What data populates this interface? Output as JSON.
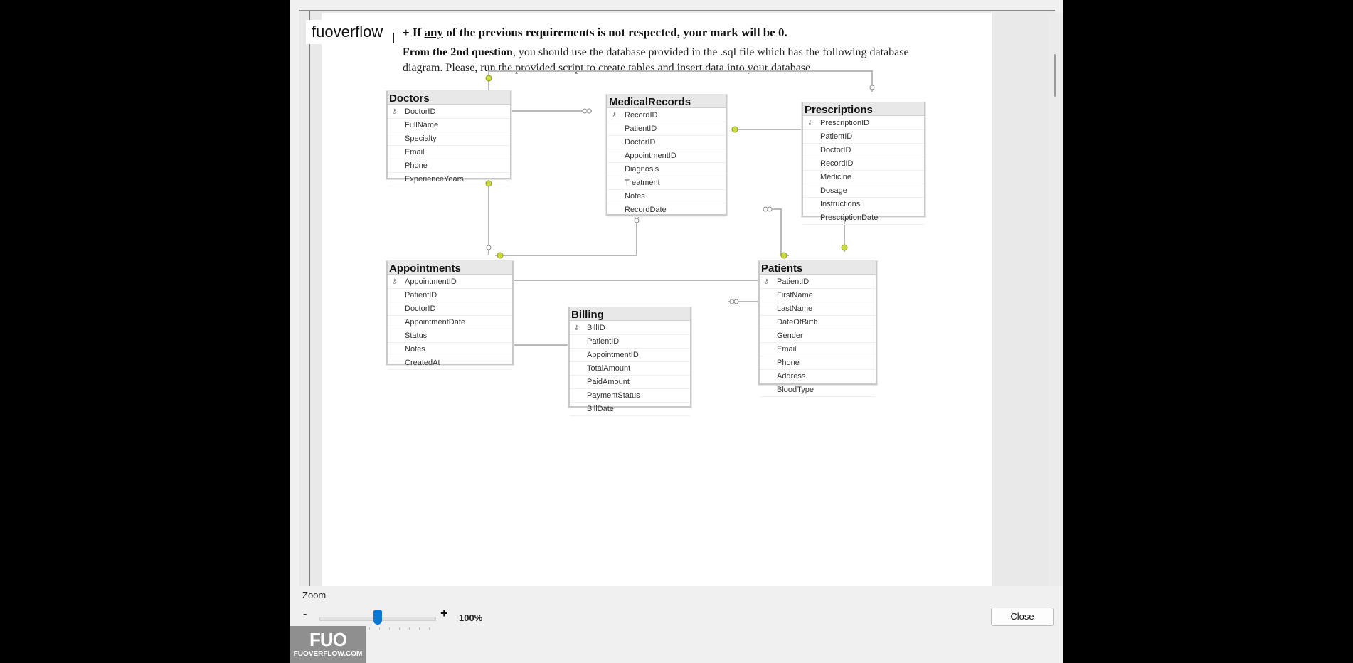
{
  "watermark": {
    "text": "fuoverflow"
  },
  "document": {
    "requirement_prefix": "+ If ",
    "requirement_underlined": "any",
    "requirement_suffix": " of the previous requirements is not respected, your mark will be 0.",
    "intro_bold": "From the 2nd question",
    "intro_rest": ", you should use the database provided in the .sql file which has the following database diagram. Please, run the provided script to create tables and insert data into your database."
  },
  "diagram": {
    "tables": {
      "doctors": {
        "name": "Doctors",
        "columns": [
          "DoctorID",
          "FullName",
          "Specialty",
          "Email",
          "Phone",
          "ExperienceYears"
        ]
      },
      "medical_records": {
        "name": "MedicalRecords",
        "columns": [
          "RecordID",
          "PatientID",
          "DoctorID",
          "AppointmentID",
          "Diagnosis",
          "Treatment",
          "Notes",
          "RecordDate"
        ]
      },
      "prescriptions": {
        "name": "Prescriptions",
        "columns": [
          "PrescriptionID",
          "PatientID",
          "DoctorID",
          "RecordID",
          "Medicine",
          "Dosage",
          "Instructions",
          "PrescriptionDate"
        ]
      },
      "appointments": {
        "name": "Appointments",
        "columns": [
          "AppointmentID",
          "PatientID",
          "DoctorID",
          "AppointmentDate",
          "Status",
          "Notes",
          "CreatedAt"
        ]
      },
      "billing": {
        "name": "Billing",
        "columns": [
          "BillID",
          "PatientID",
          "AppointmentID",
          "TotalAmount",
          "PaidAmount",
          "PaymentStatus",
          "BillDate"
        ]
      },
      "patients": {
        "name": "Patients",
        "columns": [
          "PatientID",
          "FirstName",
          "LastName",
          "DateOfBirth",
          "Gender",
          "Email",
          "Phone",
          "Address",
          "BloodType"
        ]
      }
    }
  },
  "zoom": {
    "label": "Zoom",
    "minus": "-",
    "plus": "+",
    "value": "100%",
    "level": 1.0
  },
  "close_label": "Close",
  "logo": {
    "mark": "FUO",
    "site": "FUOVERFLOW.COM"
  },
  "colors": {
    "relationship_line": "#b9b9b9",
    "key_end": "#c8d840",
    "slider_accent": "#0a78d7"
  }
}
